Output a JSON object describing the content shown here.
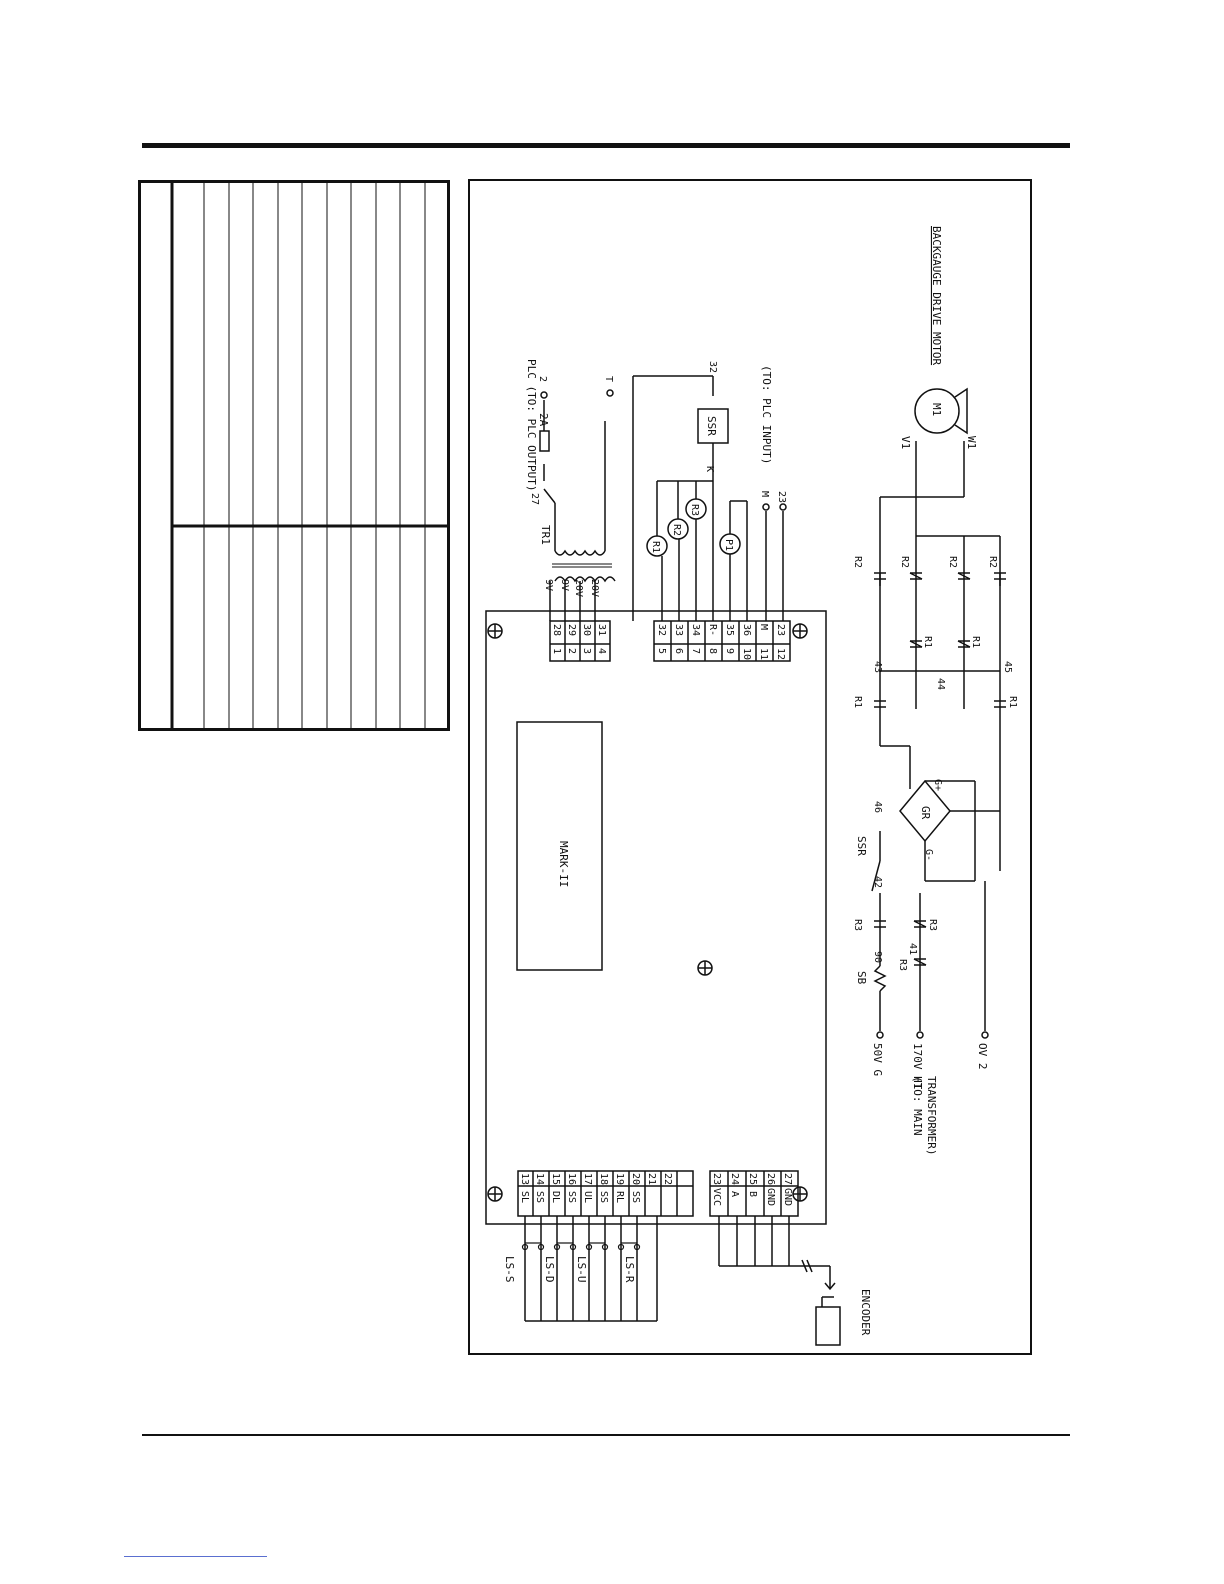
{
  "diagram": {
    "board_label": "MARK-II",
    "motor_title": "BACKGAUGE DRIVE MOTOR",
    "motor_label": "M1",
    "motor_phase_v": "V1",
    "motor_phase_w": "W1",
    "plc_output": "PLC (TO: PLC OUTPUT)",
    "plc_input": "(TO: PLC INPUT)",
    "fuse_rating": "2A",
    "transformer": "TR1",
    "encoder": "ENCODER",
    "main_transformer": [
      "(TO: MAIN",
      "TRANSFORMER)"
    ],
    "ssr": "SSR",
    "sb": "SB",
    "gr": "GR",
    "supply_labels": {
      "v50": "50V G",
      "v170": "170V H1",
      "v0": "OV 2"
    },
    "voltages": [
      "9V",
      "9V",
      "20V",
      "20V"
    ],
    "left_switches": [
      "LS-S",
      "LS-D",
      "LS-U",
      "LS-R"
    ],
    "top_terminals": {
      "row_a": [
        "28",
        "29",
        "30",
        "31"
      ],
      "row_b": [
        "1",
        "2",
        "3",
        "4"
      ]
    },
    "mid_terminals": {
      "row_a": [
        "32",
        "33",
        "34",
        "R-",
        "35",
        "36",
        "M",
        "23"
      ],
      "row_b": [
        "5",
        "6",
        "7",
        "8",
        "9",
        "10",
        "11",
        "12"
      ]
    },
    "lower_left_terminals": {
      "numbers": [
        "13",
        "14",
        "15",
        "16",
        "17",
        "18",
        "19",
        "20",
        "21",
        "22"
      ],
      "names": [
        "SL",
        "SS",
        "DL",
        "SS",
        "UL",
        "SS",
        "RL",
        "SS"
      ]
    },
    "encoder_terminals": {
      "numbers": [
        "23",
        "24",
        "25",
        "26",
        "27"
      ],
      "names": [
        "VCC",
        "A",
        "B",
        "GND",
        "GND"
      ]
    },
    "relays": [
      "R1",
      "R2",
      "R3",
      "P1"
    ],
    "wire_numbers": [
      "27",
      "2",
      "T",
      "32",
      "K",
      "M",
      "23",
      "42",
      "46",
      "90",
      "41",
      "43",
      "44",
      "45"
    ],
    "contact_labels": [
      "R1",
      "R1",
      "R1",
      "R1",
      "R2",
      "R2",
      "R2",
      "R2",
      "R3",
      "R3",
      "R3",
      "G+",
      "G-"
    ]
  }
}
